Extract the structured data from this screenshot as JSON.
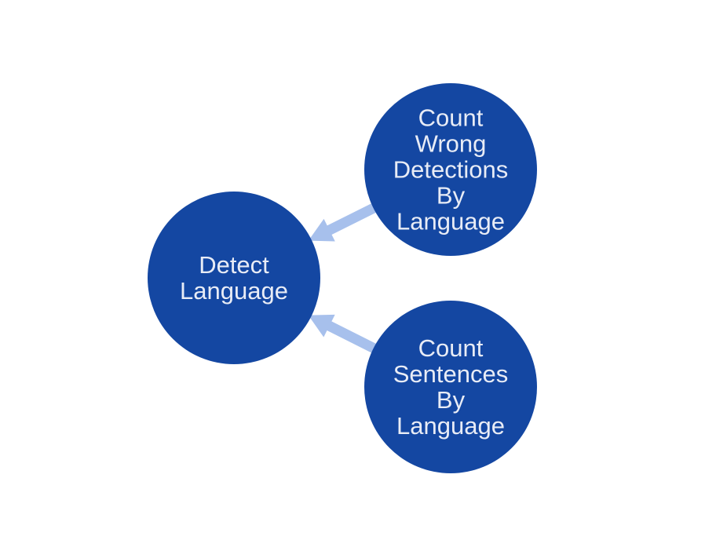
{
  "colors": {
    "node_fill": "#1447a2",
    "node_text": "#e8ecf6",
    "edge": "#a7c0ec"
  },
  "nodes": [
    {
      "id": "detect",
      "lines": [
        "Detect",
        "Language"
      ]
    },
    {
      "id": "wrong",
      "lines": [
        "Count",
        "Wrong",
        "Detections",
        "By",
        "Language"
      ]
    },
    {
      "id": "sentences",
      "lines": [
        "Count",
        "Sentences",
        "By",
        "Language"
      ]
    }
  ],
  "edges": [
    {
      "from": "wrong",
      "to": "detect"
    },
    {
      "from": "sentences",
      "to": "detect"
    }
  ]
}
